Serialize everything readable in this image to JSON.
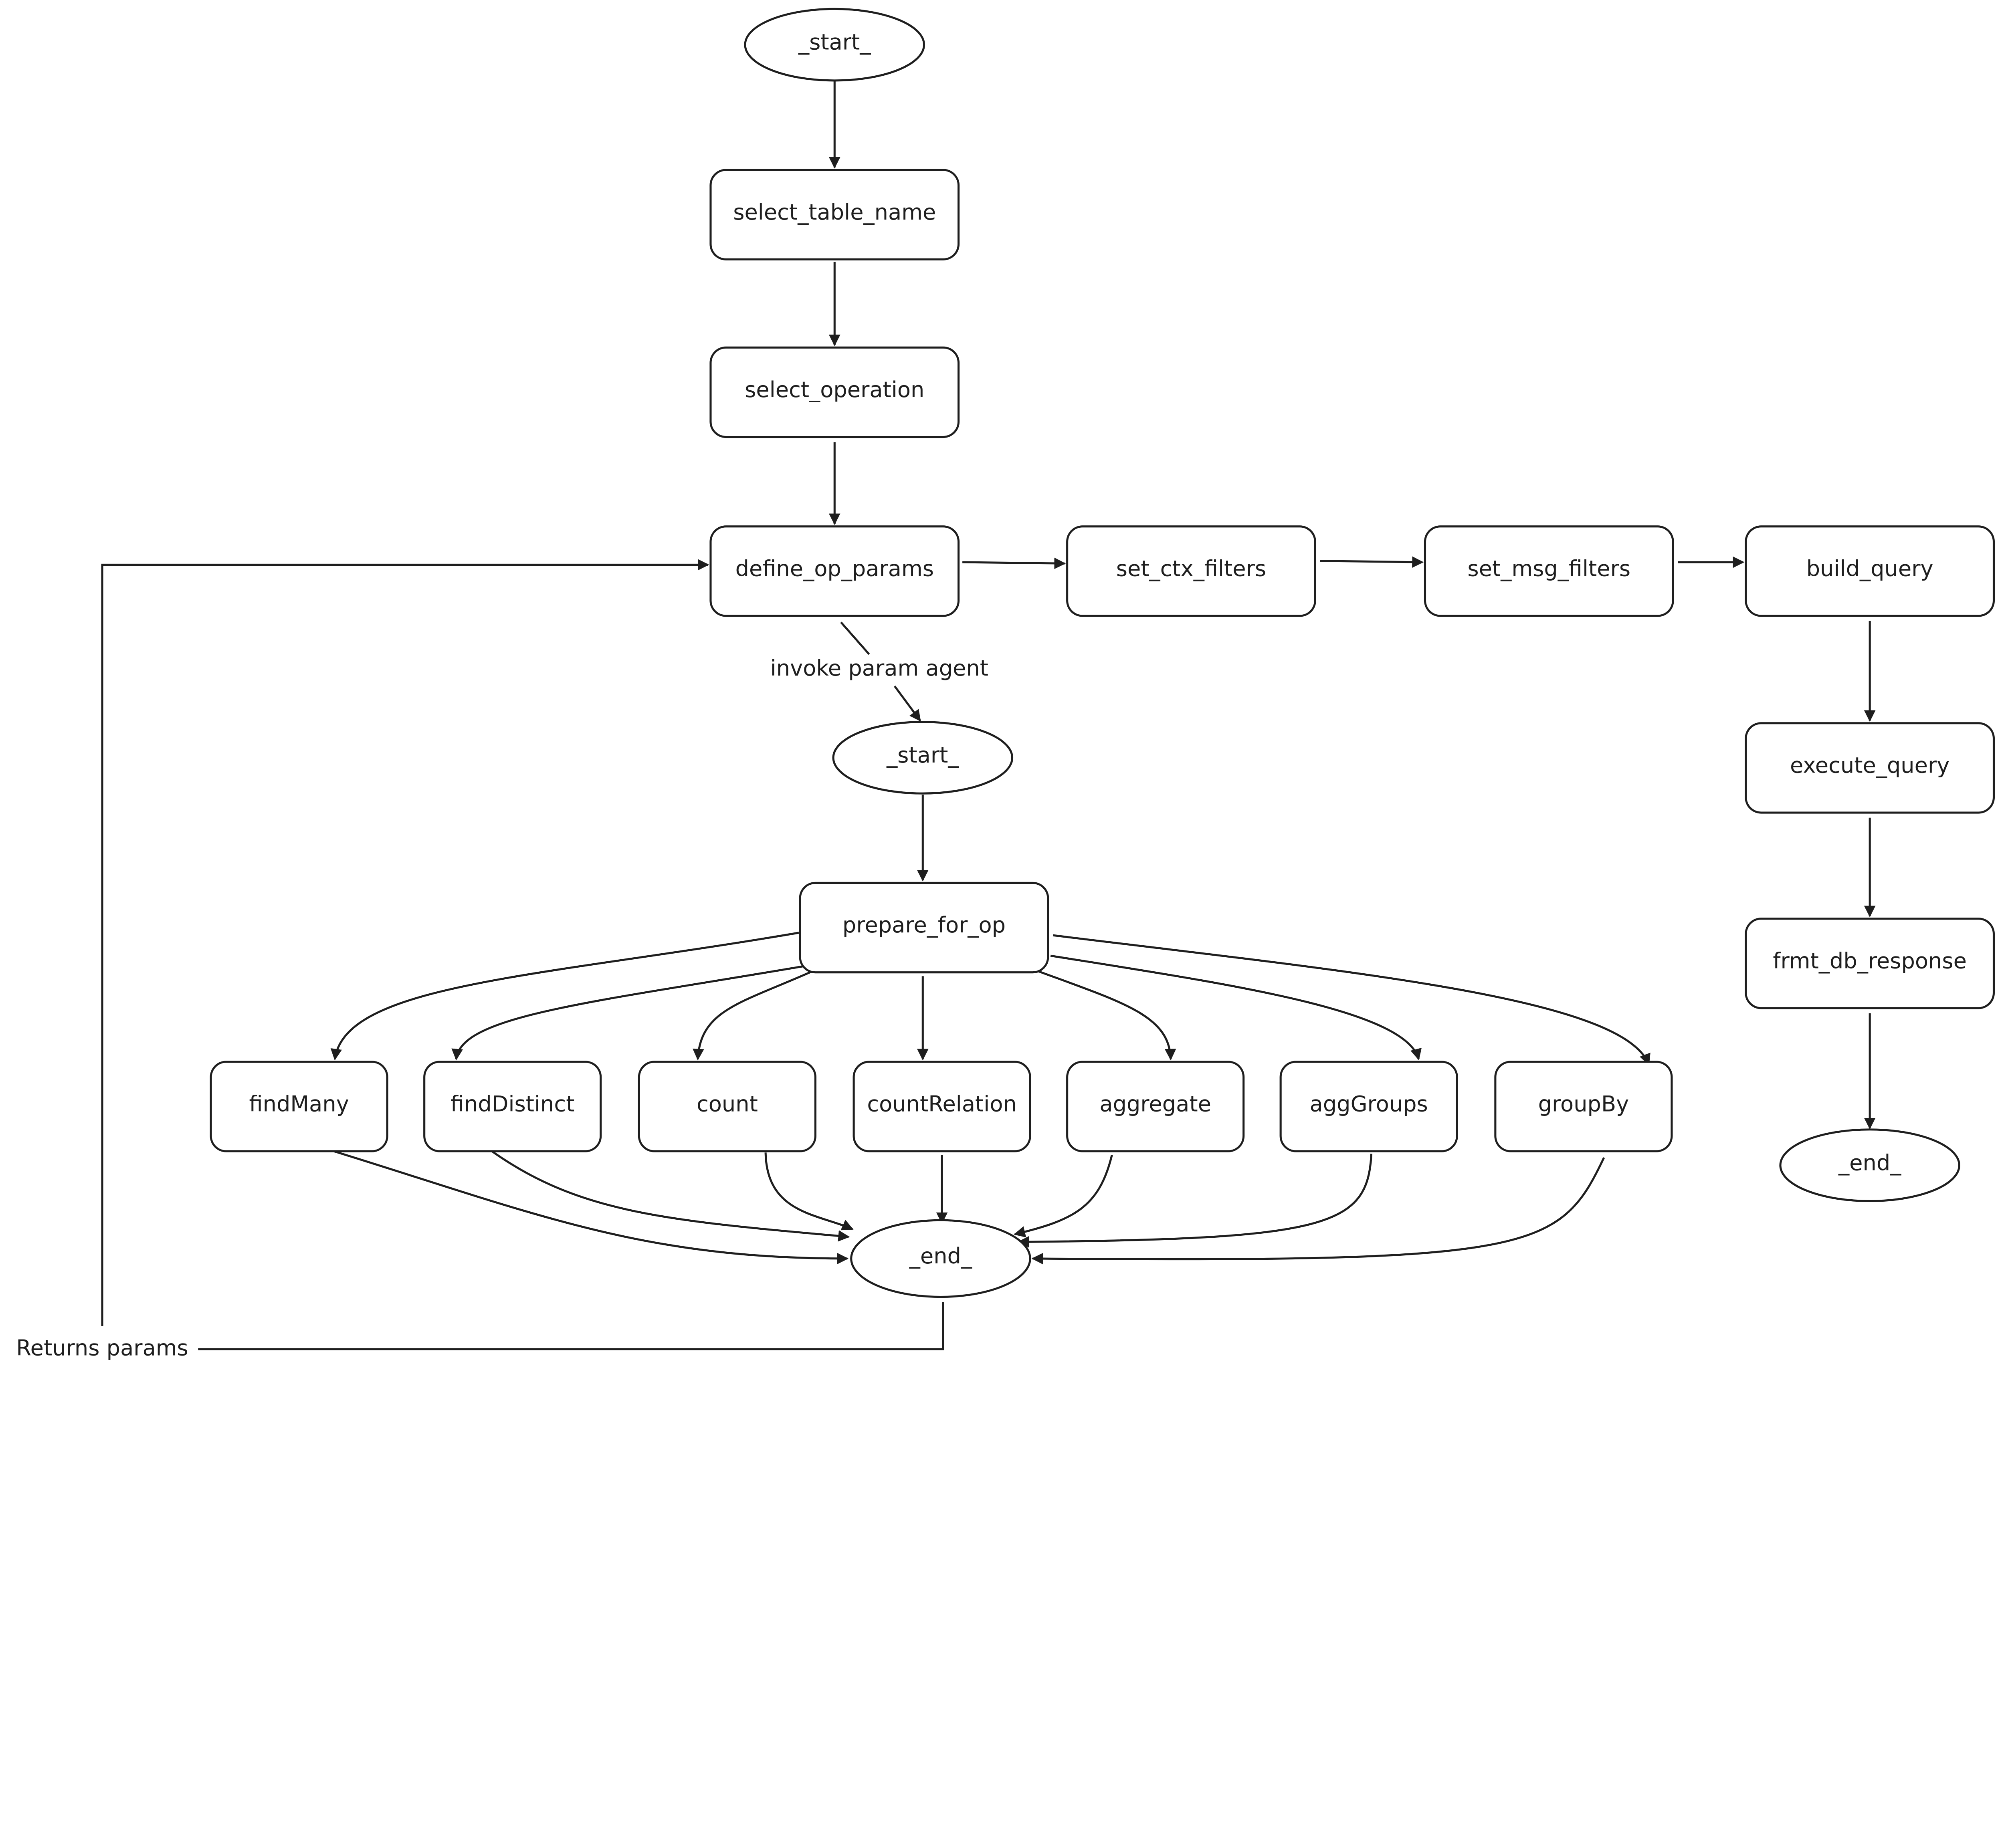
{
  "diagram": {
    "nodes": [
      {
        "id": "start_main",
        "label": "_start_",
        "shape": "ellipse"
      },
      {
        "id": "select_table_name",
        "label": "select_table_name",
        "shape": "rounded-rect"
      },
      {
        "id": "select_operation",
        "label": "select_operation",
        "shape": "rounded-rect"
      },
      {
        "id": "define_op_params",
        "label": "define_op_params",
        "shape": "rounded-rect"
      },
      {
        "id": "set_ctx_filters",
        "label": "set_ctx_filters",
        "shape": "rounded-rect"
      },
      {
        "id": "set_msg_filters",
        "label": "set_msg_filters",
        "shape": "rounded-rect"
      },
      {
        "id": "build_query",
        "label": "build_query",
        "shape": "rounded-rect"
      },
      {
        "id": "execute_query",
        "label": "execute_query",
        "shape": "rounded-rect"
      },
      {
        "id": "frmt_db_response",
        "label": "frmt_db_response",
        "shape": "rounded-rect"
      },
      {
        "id": "end_main",
        "label": "_end_",
        "shape": "ellipse"
      },
      {
        "id": "start_sub",
        "label": "_start_",
        "shape": "ellipse"
      },
      {
        "id": "prepare_for_op",
        "label": "prepare_for_op",
        "shape": "rounded-rect"
      },
      {
        "id": "findMany",
        "label": "findMany",
        "shape": "rounded-rect"
      },
      {
        "id": "findDistinct",
        "label": "findDistinct",
        "shape": "rounded-rect"
      },
      {
        "id": "count",
        "label": "count",
        "shape": "rounded-rect"
      },
      {
        "id": "countRelation",
        "label": "countRelation",
        "shape": "rounded-rect"
      },
      {
        "id": "aggregate",
        "label": "aggregate",
        "shape": "rounded-rect"
      },
      {
        "id": "aggGroups",
        "label": "aggGroups",
        "shape": "rounded-rect"
      },
      {
        "id": "groupBy",
        "label": "groupBy",
        "shape": "rounded-rect"
      },
      {
        "id": "end_sub",
        "label": "_end_",
        "shape": "ellipse"
      }
    ],
    "edges": [
      {
        "from": "start_main",
        "to": "select_table_name"
      },
      {
        "from": "select_table_name",
        "to": "select_operation"
      },
      {
        "from": "select_operation",
        "to": "define_op_params"
      },
      {
        "from": "define_op_params",
        "to": "set_ctx_filters"
      },
      {
        "from": "set_ctx_filters",
        "to": "set_msg_filters"
      },
      {
        "from": "set_msg_filters",
        "to": "build_query"
      },
      {
        "from": "build_query",
        "to": "execute_query"
      },
      {
        "from": "execute_query",
        "to": "frmt_db_response"
      },
      {
        "from": "frmt_db_response",
        "to": "end_main"
      },
      {
        "from": "define_op_params",
        "to": "start_sub",
        "label": "invoke param agent"
      },
      {
        "from": "start_sub",
        "to": "prepare_for_op"
      },
      {
        "from": "prepare_for_op",
        "to": "findMany"
      },
      {
        "from": "prepare_for_op",
        "to": "findDistinct"
      },
      {
        "from": "prepare_for_op",
        "to": "count"
      },
      {
        "from": "prepare_for_op",
        "to": "countRelation"
      },
      {
        "from": "prepare_for_op",
        "to": "aggregate"
      },
      {
        "from": "prepare_for_op",
        "to": "aggGroups"
      },
      {
        "from": "prepare_for_op",
        "to": "groupBy"
      },
      {
        "from": "findMany",
        "to": "end_sub"
      },
      {
        "from": "findDistinct",
        "to": "end_sub"
      },
      {
        "from": "count",
        "to": "end_sub"
      },
      {
        "from": "countRelation",
        "to": "end_sub"
      },
      {
        "from": "aggregate",
        "to": "end_sub"
      },
      {
        "from": "aggGroups",
        "to": "end_sub"
      },
      {
        "from": "groupBy",
        "to": "end_sub"
      },
      {
        "from": "end_sub",
        "to": "define_op_params",
        "label": "Returns params"
      }
    ],
    "stroke_color": "#1e1e1e",
    "background": "#ffffff"
  }
}
